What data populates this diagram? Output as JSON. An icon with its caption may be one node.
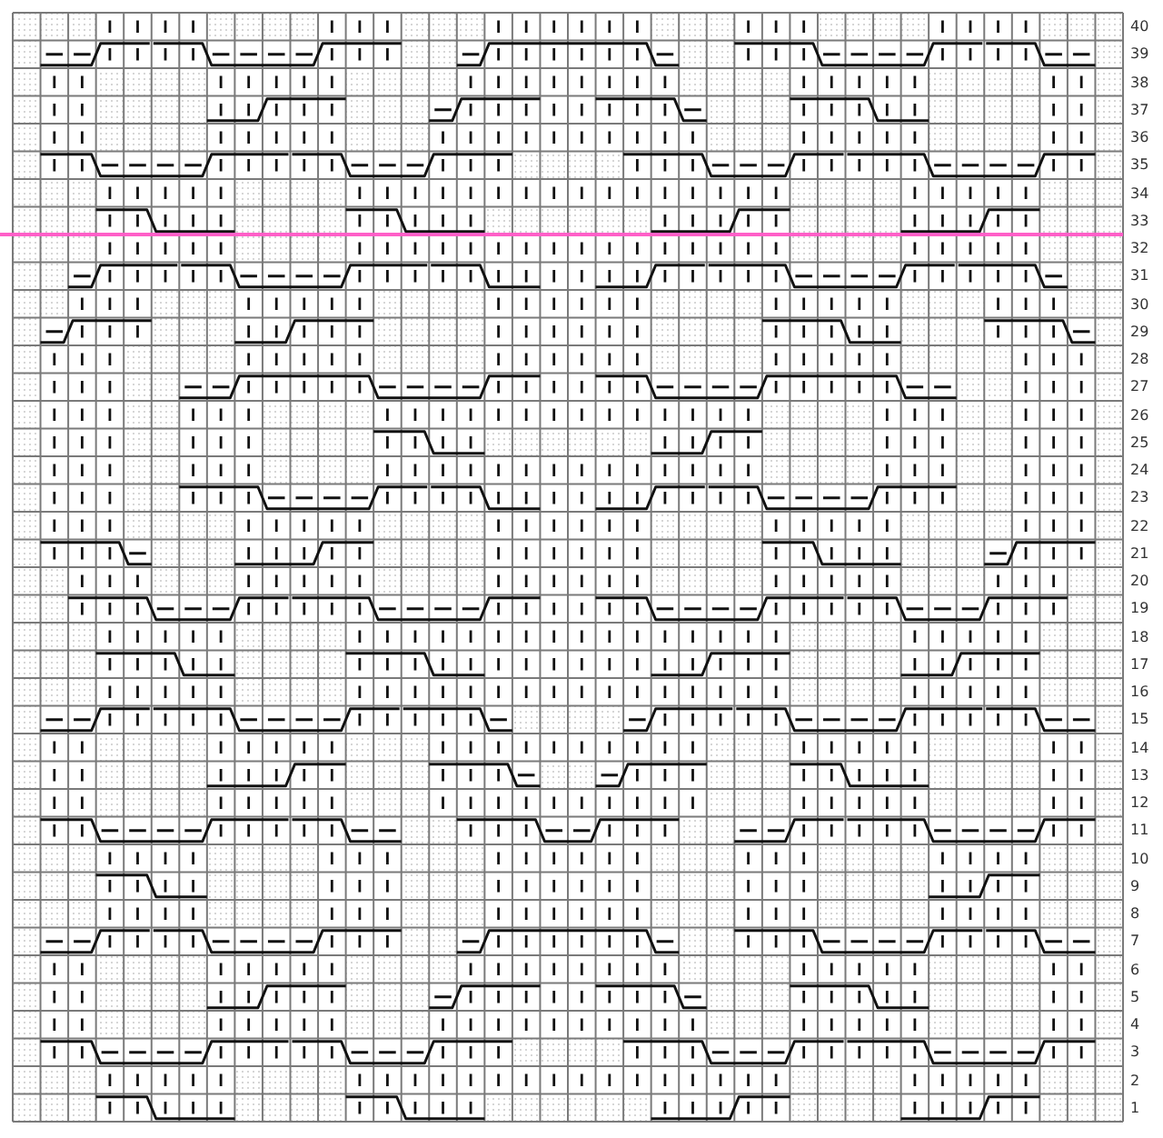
{
  "diagram": {
    "labels": [
      "40",
      "39",
      "38",
      "37",
      "36",
      "35",
      "34",
      "33",
      "32",
      "31",
      "30",
      "29",
      "28",
      "27",
      "26",
      "25",
      "24",
      "23",
      "22",
      "21",
      "20",
      "19",
      "18",
      "17",
      "16",
      "15",
      "14",
      "13",
      "12",
      "11",
      "10",
      "9",
      "8",
      "7",
      "6",
      "5",
      "4",
      "3",
      "2",
      "1"
    ]
  }
}
